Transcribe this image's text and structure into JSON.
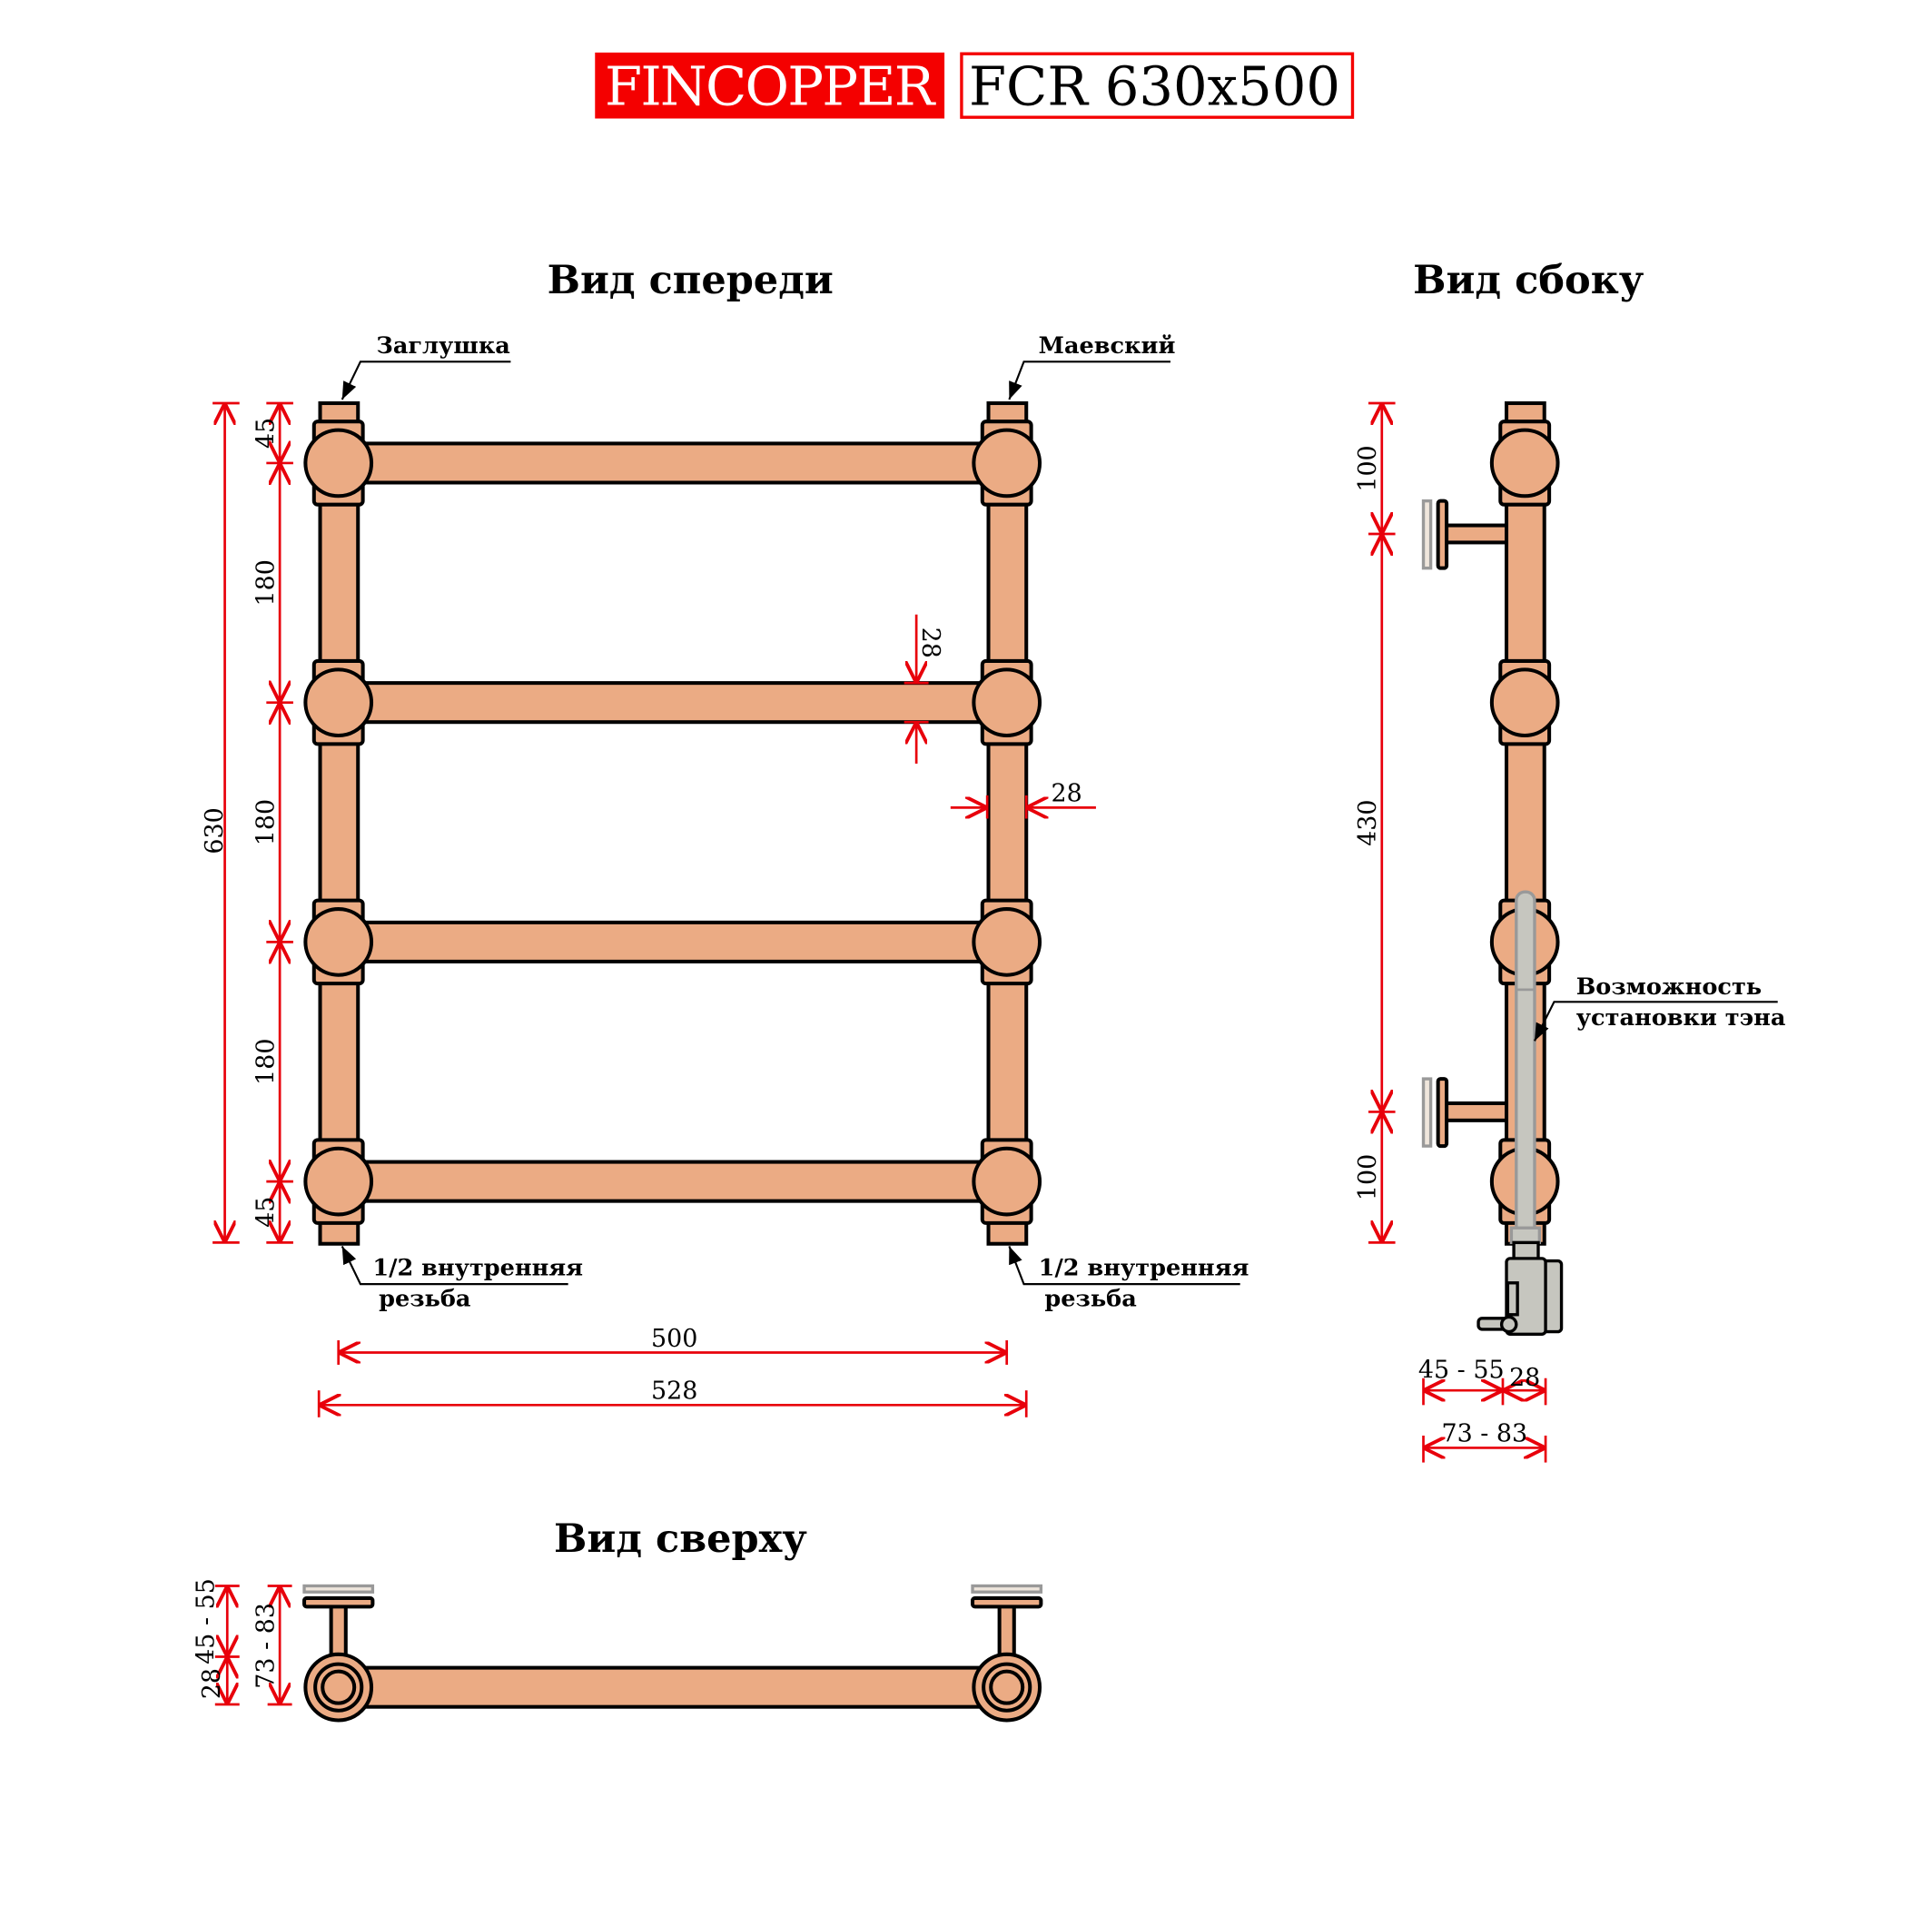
{
  "header": {
    "brand": "FINCOPPER",
    "model": "FCR 630x500"
  },
  "colors": {
    "copper": "#EBAB84",
    "brand_red": "#F40000",
    "dimension_red": "#E8000B",
    "heater_grey": "#C6C6BF"
  },
  "front_view": {
    "title": "Вид спереди",
    "label_plug": "Заглушка",
    "label_valve": "Маевский",
    "label_thread_left_1": "1/2 внутренняя",
    "label_thread_left_2": "резьба",
    "label_thread_right_1": "1/2 внутренняя",
    "label_thread_right_2": "резьба",
    "dim_total_height": "630",
    "dim_segments": [
      "45",
      "180",
      "180",
      "180",
      "45"
    ],
    "dim_rail_diameter": "28",
    "dim_column_diameter": "28",
    "dim_center_distance": "500",
    "dim_total_width": "528"
  },
  "side_view": {
    "title": "Вид сбоку",
    "dim_segments": [
      "100",
      "430",
      "100"
    ],
    "label_heater_1": "Возможность",
    "label_heater_2": "установки тэна",
    "dim_wall_offset": "45 - 55",
    "dim_pipe": "28",
    "dim_total_depth": "73 - 83"
  },
  "top_view": {
    "title": "Вид сверху",
    "dim_wall_offset": "45 - 55",
    "dim_pipe": "28",
    "dim_total_depth": "73 - 83"
  }
}
